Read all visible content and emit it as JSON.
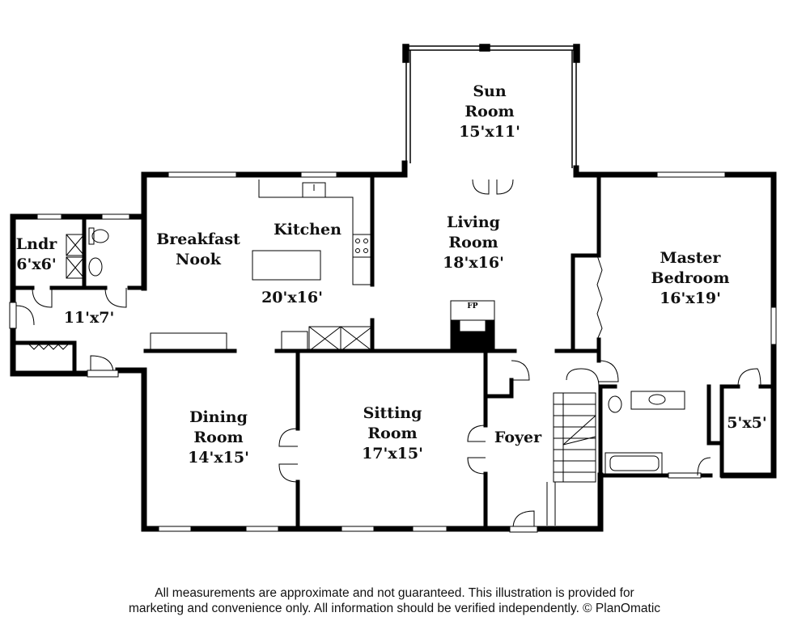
{
  "rooms": {
    "sun_room": {
      "name_1": "Sun",
      "name_2": "Room",
      "size": "15'x11'"
    },
    "living_room": {
      "name_1": "Living",
      "name_2": "Room",
      "size": "18'x16'"
    },
    "master_bedroom": {
      "name_1": "Master",
      "name_2": "Bedroom",
      "size": "16'x19'"
    },
    "kitchen": {
      "name": "Kitchen"
    },
    "breakfast_nook": {
      "name_1": "Breakfast",
      "name_2": "Nook"
    },
    "kitchen_area": {
      "size": "20'x16'"
    },
    "laundry": {
      "name": "Lndr",
      "size": "6'x6'"
    },
    "mudroom": {
      "size": "11'x7'"
    },
    "dining_room": {
      "name_1": "Dining",
      "name_2": "Room",
      "size": "14'x15'"
    },
    "sitting_room": {
      "name_1": "Sitting",
      "name_2": "Room",
      "size": "17'x15'"
    },
    "foyer": {
      "name": "Foyer"
    },
    "closet": {
      "size": "5'x5'"
    },
    "fireplace": {
      "label": "FP"
    }
  },
  "footer": {
    "line_1": "All measurements are approximate and not guaranteed. This illustration is provided for",
    "line_2": "marketing and convenience only. All information should be verified independently. © PlanOmatic"
  }
}
